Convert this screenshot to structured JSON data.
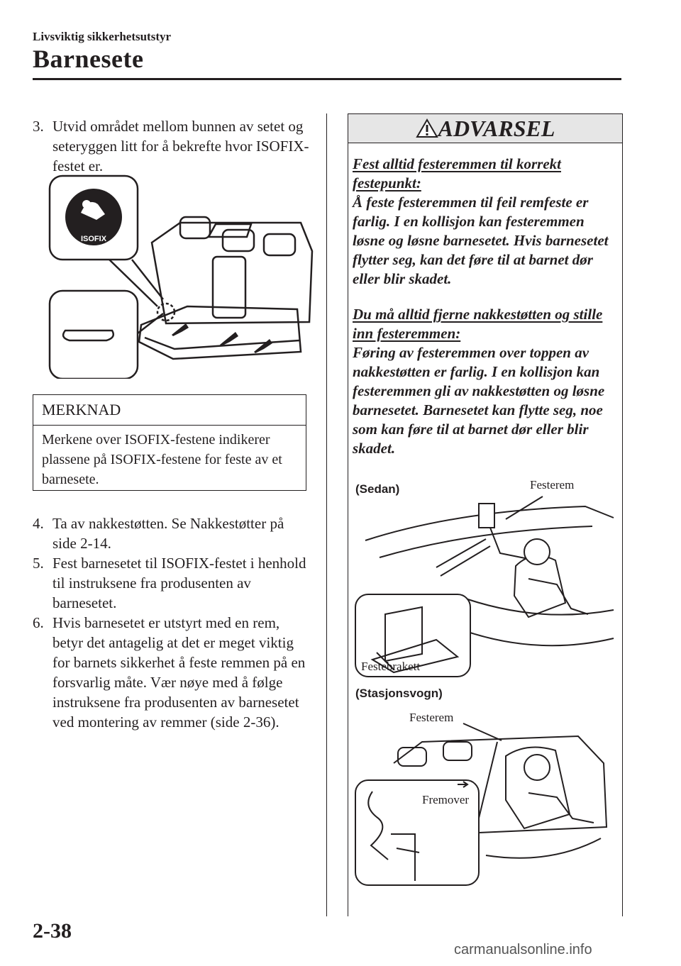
{
  "header": {
    "section": "Livsviktig sikkerhetsutstyr",
    "title": "Barnesete"
  },
  "left": {
    "step3": {
      "num": "3.",
      "text": "Utvid området mellom bunnen av setet og seteryggen litt for å bekrefte hvor ISOFIX-festet er."
    },
    "isofix_badge": "ISOFIX",
    "note": {
      "heading": "MERKNAD",
      "body": "Merkene over ISOFIX-festene indikerer plassene på ISOFIX-festene for feste av et barnesete."
    },
    "steps": [
      {
        "num": "4.",
        "text": "Ta av nakkestøtten. Se Nakkestøtter på side 2-14."
      },
      {
        "num": "5.",
        "text": "Fest barnesetet til ISOFIX-festet i henhold til instruksene fra produsenten av barnesetet."
      },
      {
        "num": "6.",
        "text": "Hvis barnesetet er utstyrt med en rem, betyr det antagelig at det er meget viktig for barnets sikkerhet å feste remmen på en forsvarlig måte. Vær nøye med å følge instruksene fra produsenten av barnesetet ved montering av remmer (side 2-36)."
      }
    ]
  },
  "warning": {
    "heading": "ADVARSEL",
    "p1_title": "Fest alltid festeremmen til korrekt festepunkt:",
    "p1_body": "Å feste festeremmen til feil remfeste er farlig. I en kollisjon kan festeremmen løsne og løsne barnesetet. Hvis barnesetet flytter seg, kan det føre til at barnet dør eller blir skadet.",
    "p2_title": "Du må alltid fjerne nakkestøtten og stille inn festeremmen:",
    "p2_body": "Føring av festeremmen over toppen av nakkestøtten er farlig. I en kollisjon kan festeremmen gli av nakkestøtten og løsne barnesetet. Barnesetet kan flytte seg, noe som kan føre til at barnet dør eller blir skadet."
  },
  "figures": {
    "sedan_label": "(Sedan)",
    "sedan_strap": "Festerem",
    "sedan_bracket": "Festebrakett",
    "wagon_label": "(Stasjonsvogn)",
    "wagon_strap": "Festerem",
    "wagon_forward": "Fremover"
  },
  "footer": {
    "page": "2-38",
    "watermark": "carmanualsonline.info"
  }
}
